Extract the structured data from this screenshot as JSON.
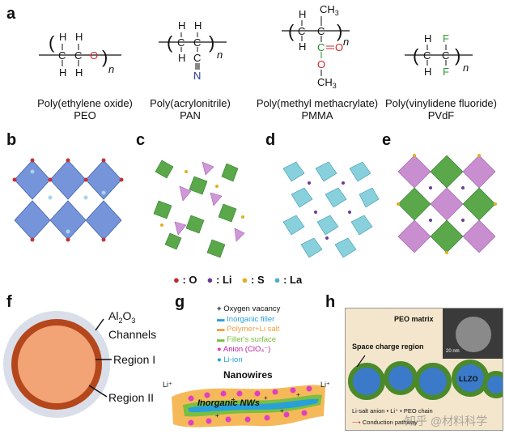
{
  "panel_labels": {
    "a": "a",
    "b": "b",
    "c": "c",
    "d": "d",
    "e": "e",
    "f": "f",
    "g": "g",
    "h": "h"
  },
  "polymers": [
    {
      "name": "Poly(ethylene oxide)",
      "abbr": "PEO"
    },
    {
      "name": "Poly(acrylonitrile)",
      "abbr": "PAN"
    },
    {
      "name": "Poly(methyl methacrylate)",
      "abbr": "PMMA"
    },
    {
      "name": "Poly(vinylidene fluoride)",
      "abbr": "PVdF"
    }
  ],
  "formula": {
    "H": "H",
    "C": "C",
    "O": "O",
    "N": "N",
    "F": "F",
    "CH3": "CH",
    "sub3": "3",
    "n": "n"
  },
  "atom_legend": [
    {
      "symbol": "O",
      "color": "#c0282a"
    },
    {
      "symbol": "Li",
      "color": "#6a3a9a"
    },
    {
      "symbol": "S",
      "color": "#e0b020"
    },
    {
      "symbol": "La",
      "color": "#4ab0c8"
    }
  ],
  "panel_f": {
    "al2o3": "Al",
    "al2o3_sub": "2",
    "al2o3_o": "O",
    "al2o3_sub2": "3",
    "channels": "Channels",
    "region1": "Region I",
    "region2": "Region II"
  },
  "panel_g": {
    "legend": [
      {
        "mark": "+",
        "text": "Oxygen vacancy",
        "color": "#111"
      },
      {
        "mark": "▬",
        "text": "Inorganic filler",
        "color": "#2aa0d8"
      },
      {
        "mark": "▬",
        "text": "Polymer+Li salt",
        "color": "#f0a040"
      },
      {
        "mark": "▬",
        "text": "Filler's surface",
        "color": "#7ac040"
      },
      {
        "mark": "●",
        "text": "Anion (ClO₄⁻)",
        "color": "#e040c0"
      },
      {
        "mark": "●",
        "text": "Li-ion",
        "color": "#2aa0d8"
      }
    ],
    "nanowires": "Nanowires",
    "inorganic_nws": "Inorganic NWs",
    "li_plus": "Li⁺"
  },
  "panel_h": {
    "matrix": "PEO matrix",
    "space_charge": "Space charge region",
    "llzo": "LLZO",
    "scale": "20 nm",
    "legend": "Li-salt anion  •  Li⁺  •  PEO chain",
    "pathway": "Conduction pathway"
  },
  "watermark": "知乎 @材料科学"
}
